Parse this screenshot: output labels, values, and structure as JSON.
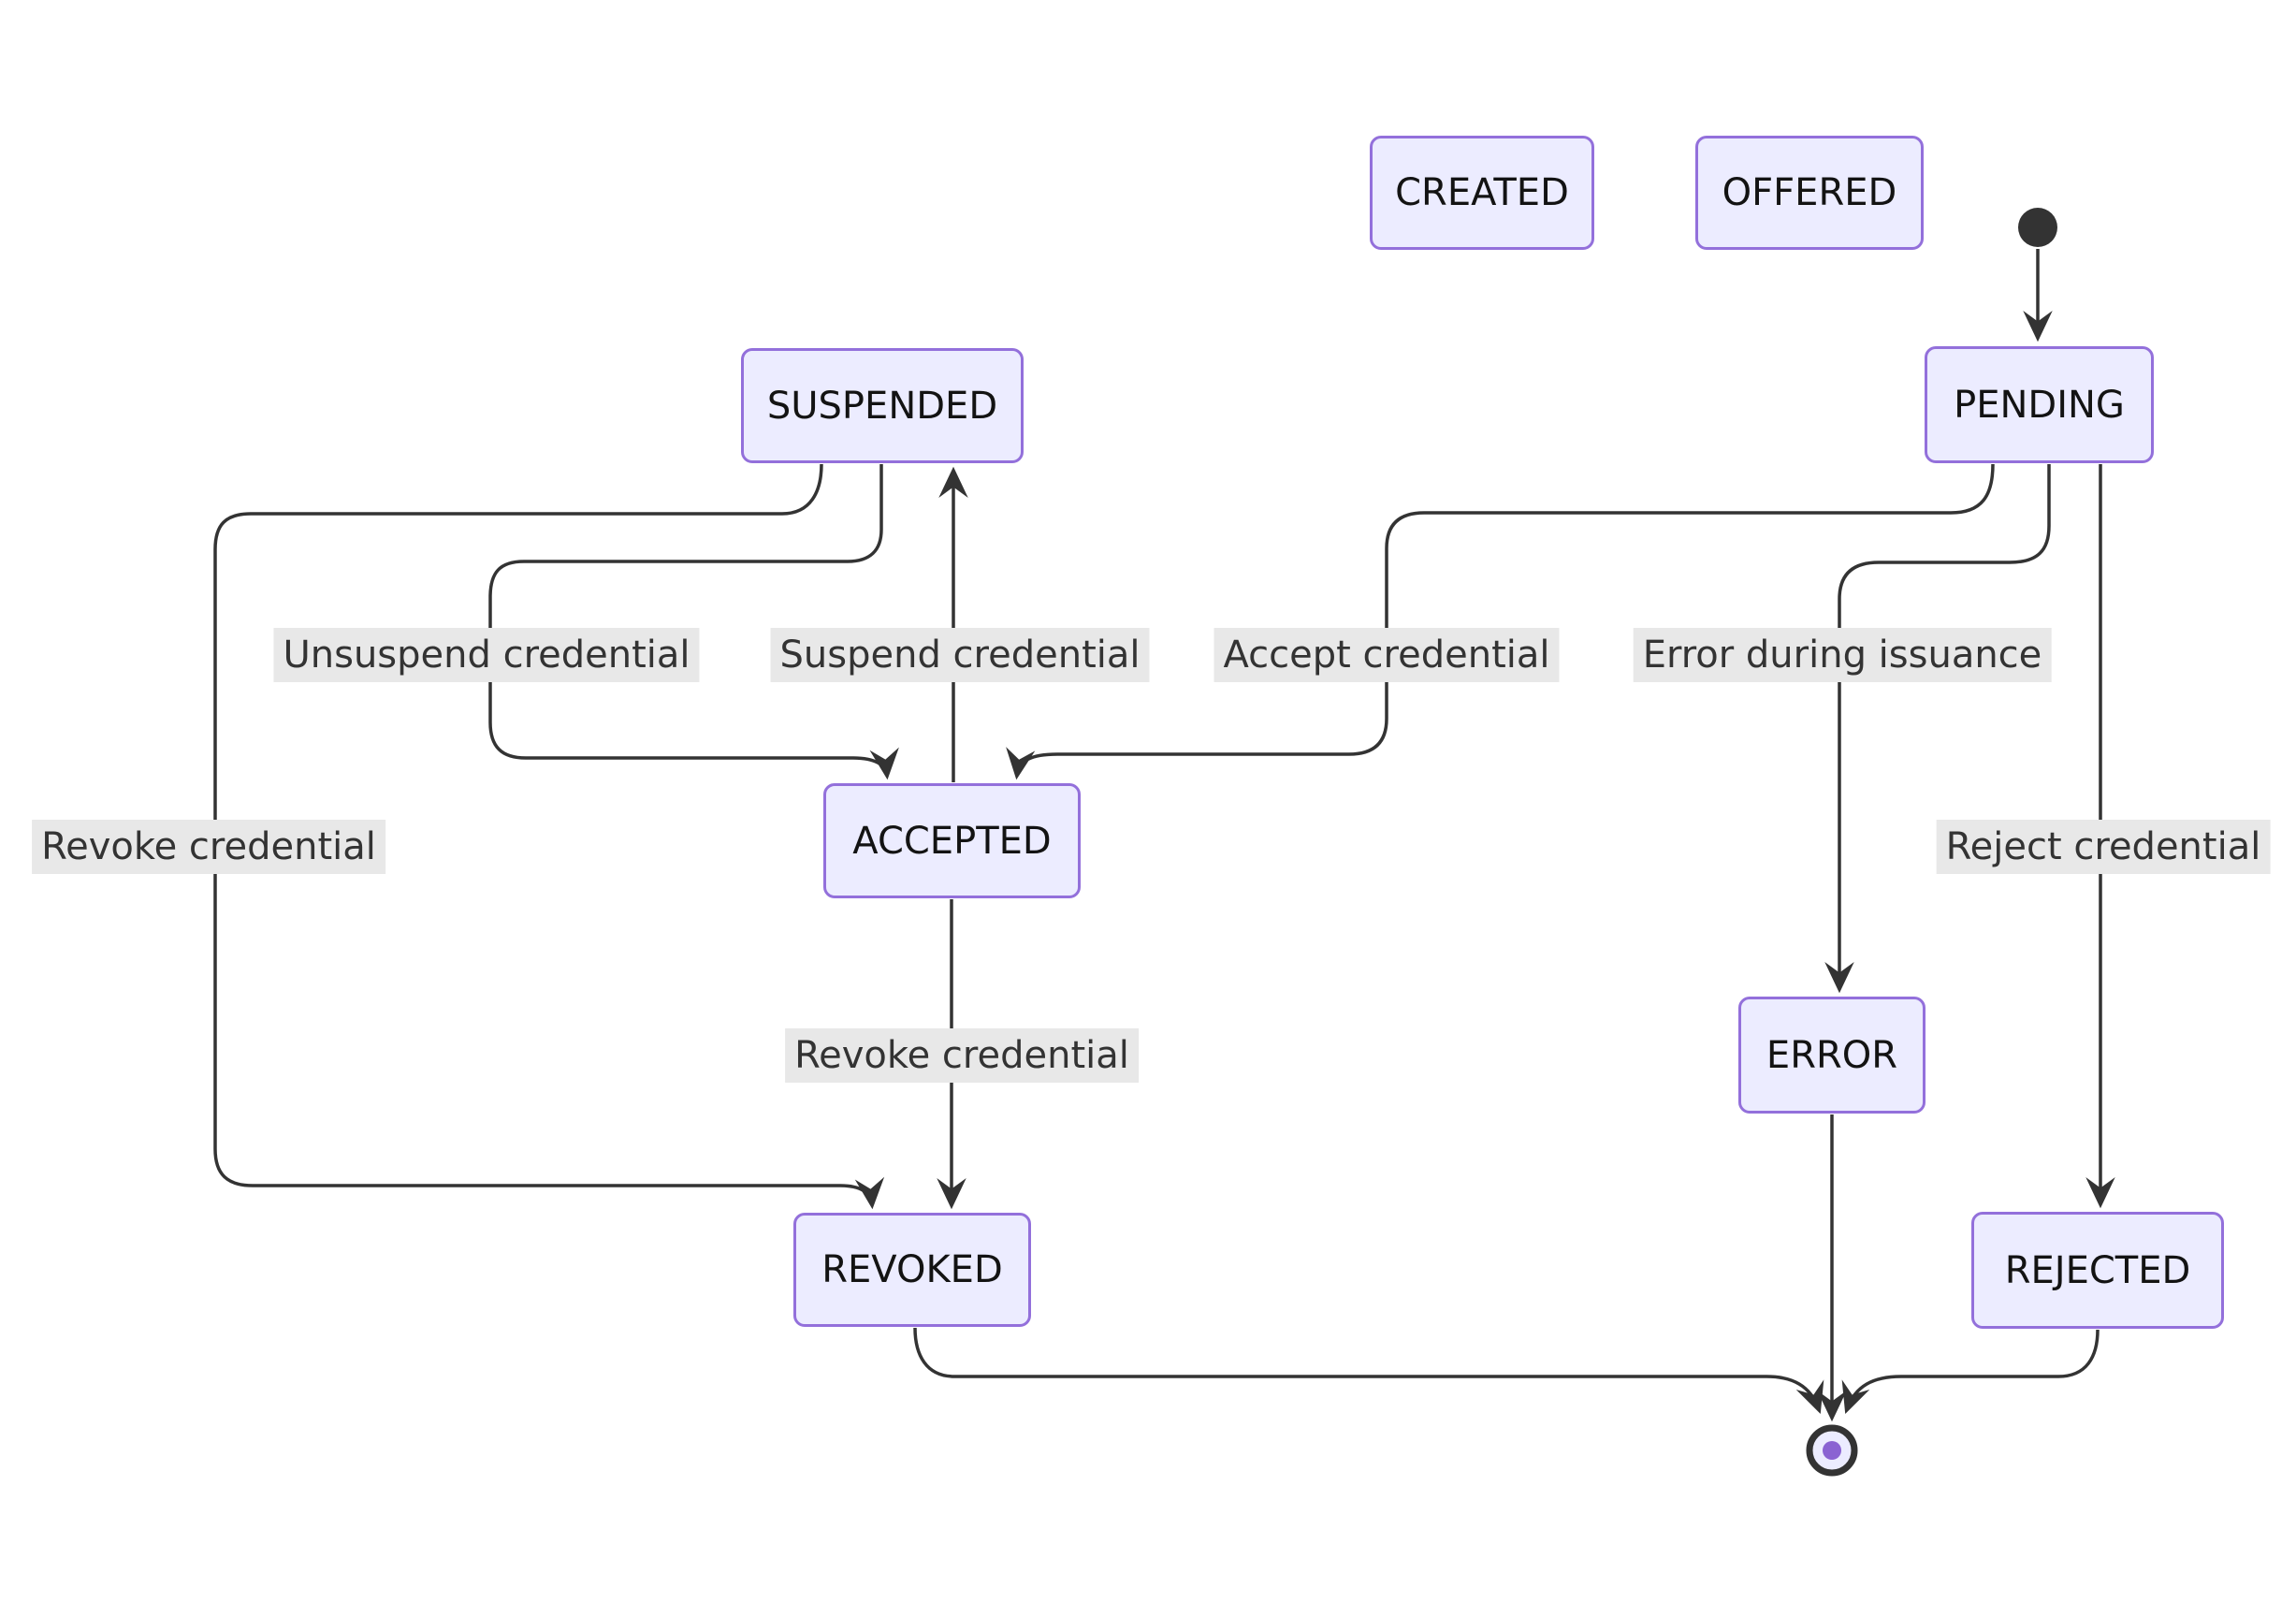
{
  "diagram": {
    "type": "state-diagram",
    "nodes": [
      {
        "id": "CREATED",
        "label": "CREATED"
      },
      {
        "id": "OFFERED",
        "label": "OFFERED"
      },
      {
        "id": "SUSPENDED",
        "label": "SUSPENDED"
      },
      {
        "id": "PENDING",
        "label": "PENDING"
      },
      {
        "id": "ACCEPTED",
        "label": "ACCEPTED"
      },
      {
        "id": "ERROR",
        "label": "ERROR"
      },
      {
        "id": "REVOKED",
        "label": "REVOKED"
      },
      {
        "id": "REJECTED",
        "label": "REJECTED"
      }
    ],
    "edges": [
      {
        "from": "[start]",
        "to": "PENDING",
        "label": ""
      },
      {
        "from": "PENDING",
        "to": "ACCEPTED",
        "label": "Accept credential"
      },
      {
        "from": "PENDING",
        "to": "ERROR",
        "label": "Error during issuance"
      },
      {
        "from": "PENDING",
        "to": "REJECTED",
        "label": "Reject credential"
      },
      {
        "from": "SUSPENDED",
        "to": "ACCEPTED",
        "label": "Unsuspend credential"
      },
      {
        "from": "ACCEPTED",
        "to": "SUSPENDED",
        "label": "Suspend credential"
      },
      {
        "from": "SUSPENDED",
        "to": "REVOKED",
        "label": "Revoke credential"
      },
      {
        "from": "ACCEPTED",
        "to": "REVOKED",
        "label": "Revoke credential"
      },
      {
        "from": "ERROR",
        "to": "[end]",
        "label": ""
      },
      {
        "from": "REVOKED",
        "to": "[end]",
        "label": ""
      },
      {
        "from": "REJECTED",
        "to": "[end]",
        "label": ""
      }
    ],
    "markers": {
      "initial_state": "filled-circle",
      "final_state": "double-circle"
    },
    "colors": {
      "bg": "#ffffff",
      "node-fill": "#ECECFF",
      "node-border": "#9370DB",
      "node-text": "#131313",
      "edge-color": "#333333",
      "label-bg": "#e8e8e8",
      "label-text": "#333333",
      "final-dot": "#8a63d2"
    }
  }
}
